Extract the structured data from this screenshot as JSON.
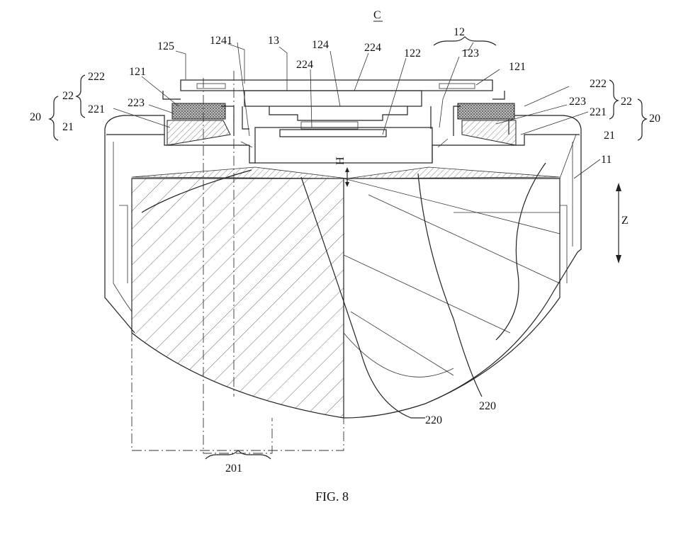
{
  "figure": {
    "caption": "FIG. 8",
    "section_label": "C",
    "labels": {
      "l12": "12",
      "l13": "13",
      "l124": "124",
      "l125": "125",
      "l1241": "1241",
      "l224a": "224",
      "l224b": "224",
      "l122": "122",
      "l123": "123",
      "l121_left": "121",
      "l121_right": "121",
      "l222_left": "222",
      "l222_right": "222",
      "l22_left": "22",
      "l22_right": "22",
      "l20_left": "20",
      "l20_right": "20",
      "l221_left": "221",
      "l221_right": "221",
      "l223_left": "223",
      "l223_right": "223",
      "l21_left": "21",
      "l21_right": "21",
      "l11": "11",
      "lZ": "Z",
      "lH": "H",
      "l220a": "220",
      "l220b": "220",
      "l201": "201"
    }
  }
}
